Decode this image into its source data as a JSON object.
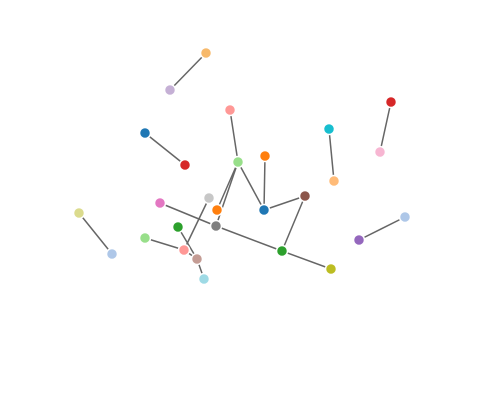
{
  "graph": {
    "nodes": [
      {
        "id": "n1",
        "color": "#f7b96b"
      },
      {
        "id": "n2",
        "color": "#c5b0d5"
      },
      {
        "id": "n3",
        "color": "#d62728"
      },
      {
        "id": "n4",
        "color": "#f7b6d2"
      },
      {
        "id": "n5",
        "color": "#ff9896"
      },
      {
        "id": "n6",
        "color": "#17becf"
      },
      {
        "id": "n7",
        "color": "#1f77b4"
      },
      {
        "id": "n8",
        "color": "#d62728"
      },
      {
        "id": "n9",
        "color": "#98df8a"
      },
      {
        "id": "n10",
        "color": "#ff7f0e"
      },
      {
        "id": "n11",
        "color": "#ffbb78"
      },
      {
        "id": "n12",
        "color": "#8c564b"
      },
      {
        "id": "n13",
        "color": "#c7c7c7"
      },
      {
        "id": "n14",
        "color": "#ff7f0e"
      },
      {
        "id": "n15",
        "color": "#1f77b4"
      },
      {
        "id": "n16",
        "color": "#e377c2"
      },
      {
        "id": "n17",
        "color": "#dbdb8d"
      },
      {
        "id": "n18",
        "color": "#aec7e8"
      },
      {
        "id": "n19",
        "color": "#2ca02c"
      },
      {
        "id": "n20",
        "color": "#7f7f7f"
      },
      {
        "id": "n21",
        "color": "#9467bd"
      },
      {
        "id": "n22",
        "color": "#98df8a"
      },
      {
        "id": "n23",
        "color": "#ff9896"
      },
      {
        "id": "n24",
        "color": "#aec7e8"
      },
      {
        "id": "n25",
        "color": "#c49c94"
      },
      {
        "id": "n26",
        "color": "#2ca02c"
      },
      {
        "id": "n27",
        "color": "#9edae5"
      },
      {
        "id": "n28",
        "color": "#bcbd22"
      }
    ],
    "edges": [
      [
        "n1",
        "n2"
      ],
      [
        "n3",
        "n4"
      ],
      [
        "n7",
        "n8"
      ],
      [
        "n5",
        "n9"
      ],
      [
        "n6",
        "n11"
      ],
      [
        "n9",
        "n15"
      ],
      [
        "n9",
        "n14"
      ],
      [
        "n9",
        "n20"
      ],
      [
        "n10",
        "n15"
      ],
      [
        "n15",
        "n12"
      ],
      [
        "n12",
        "n26"
      ],
      [
        "n16",
        "n20"
      ],
      [
        "n20",
        "n26"
      ],
      [
        "n26",
        "n28"
      ],
      [
        "n13",
        "n23"
      ],
      [
        "n22",
        "n23"
      ],
      [
        "n19",
        "n25"
      ],
      [
        "n23",
        "n25"
      ],
      [
        "n25",
        "n27"
      ],
      [
        "n17",
        "n24"
      ],
      [
        "n18",
        "n21"
      ]
    ]
  }
}
